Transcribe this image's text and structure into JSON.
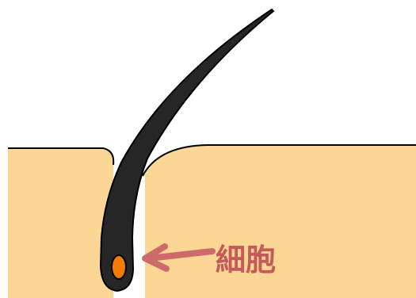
{
  "diagram": {
    "label": "細胞",
    "colors": {
      "skin_fill": "#fbd694",
      "skin_outline": "#000000",
      "hair": "#262626",
      "cell": "#f57c00",
      "arrow": "#cd6b6b",
      "label": "#c45a5a",
      "background": "#ffffff"
    },
    "icons": {
      "hair": "hair-strand",
      "cell": "cell-dot",
      "arrow": "left-arrow"
    }
  }
}
